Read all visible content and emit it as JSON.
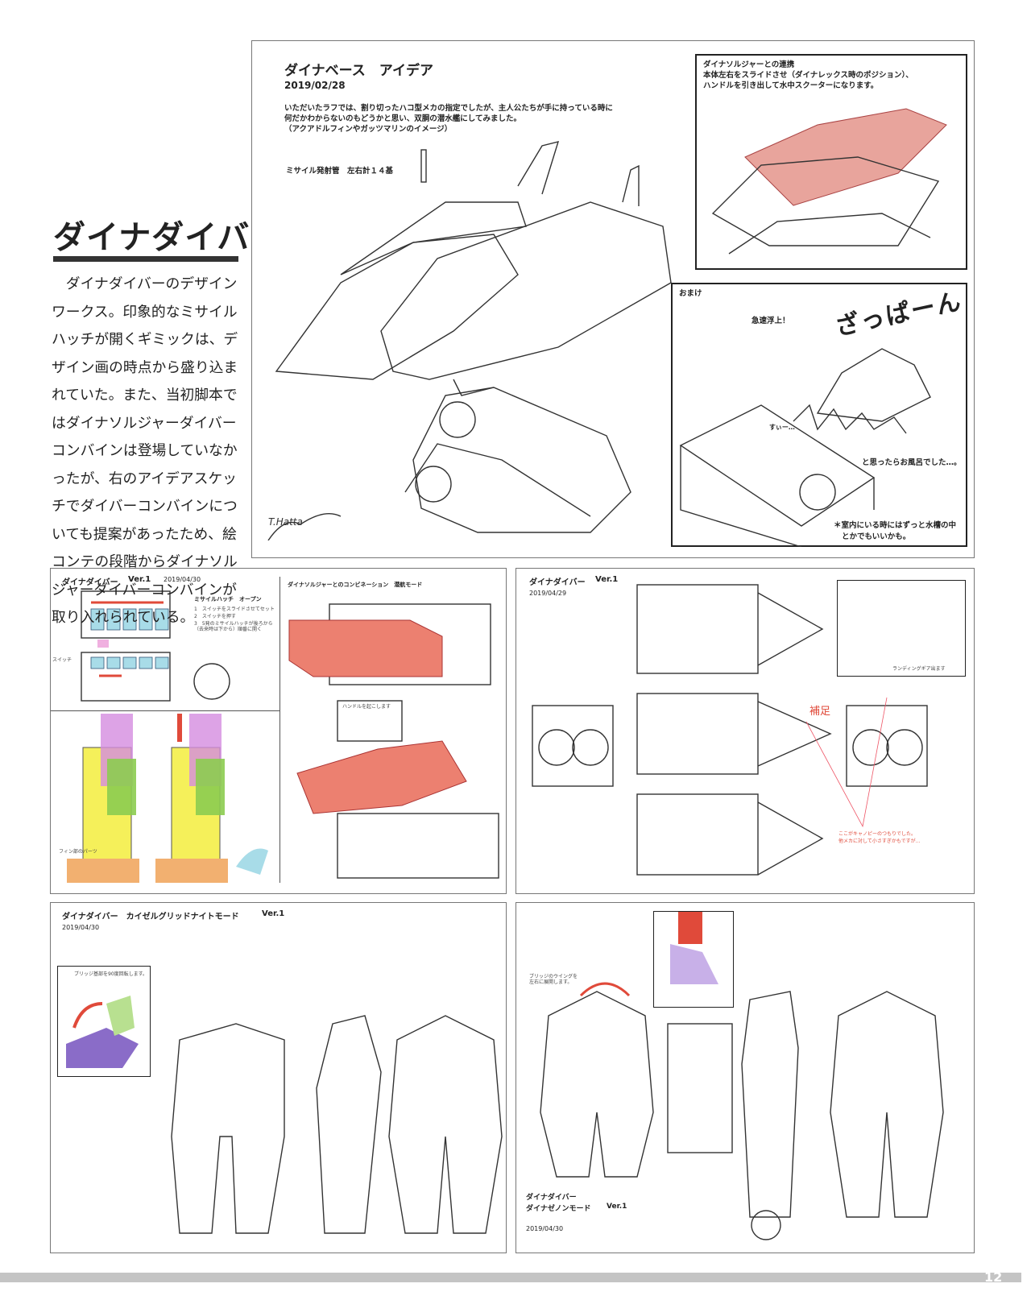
{
  "article": {
    "title": "ダイナダイバー",
    "body": "ダイナダイバーのデザインワークス。印象的なミサイルハッチが開くギミックは、デザイン画の時点から盛り込まれていた。また、当初脚本ではダイナソルジャーダイバーコンバインは登場していなかったが、右のアイデアスケッチでダイバーコンバインについても提案があったため、絵コンテの段階からダイナソルジャーダイバーコンバインが取り入れられている。"
  },
  "idea_panel": {
    "title": "ダイナベース　アイデア",
    "date": "2019/02/28",
    "note_lines": [
      "いただいたラフでは、割り切ったハコ型メカの指定でしたが、主人公たちが手に持っている時に",
      "何だかわからないのもどうかと思い、双胴の潜水艦にしてみました。",
      "（アクアドルフィンやガッツマリンのイメージ）"
    ],
    "missile_label": "ミサイル発射管　左右計１４基",
    "signature": "T.Hatta",
    "combo_box": {
      "lines": [
        "ダイナソルジャーとの連携",
        "本体左右をスライドさせ（ダイナレックス時のポジション）、",
        "ハンドルを引き出して水中スクーターになります。"
      ]
    },
    "bonus_box": {
      "label": "おまけ",
      "caption1": "急速浮上！",
      "sfx": "ざっぱーん",
      "sfx2": "すぃー…",
      "caption2": "と思ったらお風呂でした…。",
      "footnote": [
        "＊室内にいる時にはずっと水槽の中",
        "とかでもいいかも。"
      ]
    }
  },
  "v1_panel": {
    "title": "ダイナダイバー",
    "version": "Ver.1",
    "date": "2019/04/30",
    "hatch_title": "ミサイルハッチ　オープン",
    "hatch_steps": [
      "1　スイッチをスライドさせてセット",
      "2　スイッチを押す",
      "3　5発のミサイルハッチが後ろから（去来時は下から）順番に開く"
    ],
    "switch_label": "スイッチ",
    "combination_title": "ダイナソルジャーとのコンビネーション　潜航モード",
    "handle_label": "ハンドルを起こします",
    "fin_label": "フィン部のパーツ"
  },
  "v1b_panel": {
    "title": "ダイナダイバー",
    "version": "Ver.1",
    "date": "2019/04/29",
    "supplement": "補足",
    "canopy_note": [
      "ここがキャノピーのつもりでした。",
      "他メカに対して小さすぎかもですが…"
    ],
    "landing_label": "ランディングギア出ます"
  },
  "kaiser_panel": {
    "title": "ダイナダイバー　カイゼルグリッドナイトモード",
    "version": "Ver.1",
    "date": "2019/04/30",
    "bridge_label": "ブリッジ基部を90度回転します。"
  },
  "zenon_panel": {
    "title_line1": "ダイナダイバー",
    "title_line2": "ダイナゼノンモード",
    "version": "Ver.1",
    "date": "2019/04/30",
    "wing_label": "ブリッジのウイングを左右に展開します。"
  },
  "page_number": "12",
  "colors": {
    "red": "#e04a3a",
    "pink": "#f0a0a0",
    "yellow": "#f5f05a",
    "green": "#8ccc50",
    "purple": "#8a6cc8",
    "cyan": "#a8dce8"
  }
}
